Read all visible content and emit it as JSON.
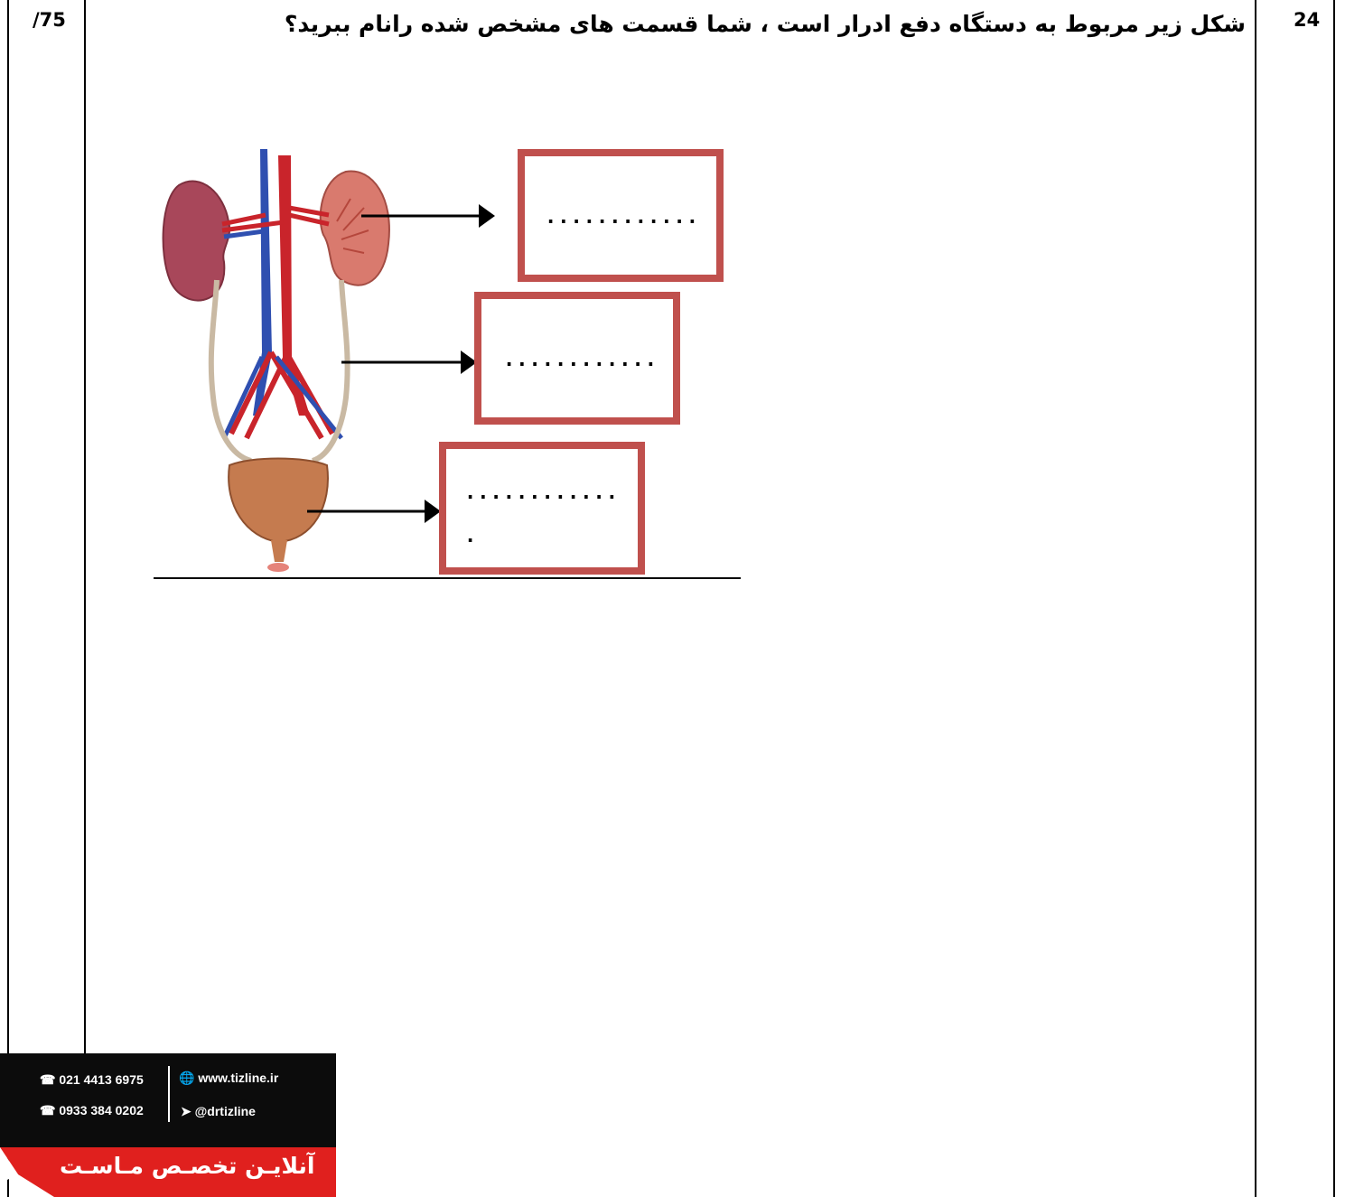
{
  "question": {
    "number": "24",
    "score": "/75",
    "text": "شکل زیر مربوط به دستگاه دفع ادرار است ، شما قسمت های مشخص شده  رانام ببرید؟"
  },
  "figure": {
    "answer_blanks": [
      {
        "text": "............"
      },
      {
        "text": "............"
      },
      {
        "text": "............"
      }
    ],
    "blank_3_extra": "."
  },
  "banner": {
    "phone_1": "021 4413 6975",
    "phone_2": "0933 384 0202",
    "website": "www.tizline.ir",
    "handle": "@drtizline",
    "slogan": "آنلایـن تخصـص مـاسـت"
  },
  "colors": {
    "box_border": "#c0504d",
    "banner_black": "#0c0c0c",
    "banner_red": "#e0201e"
  }
}
